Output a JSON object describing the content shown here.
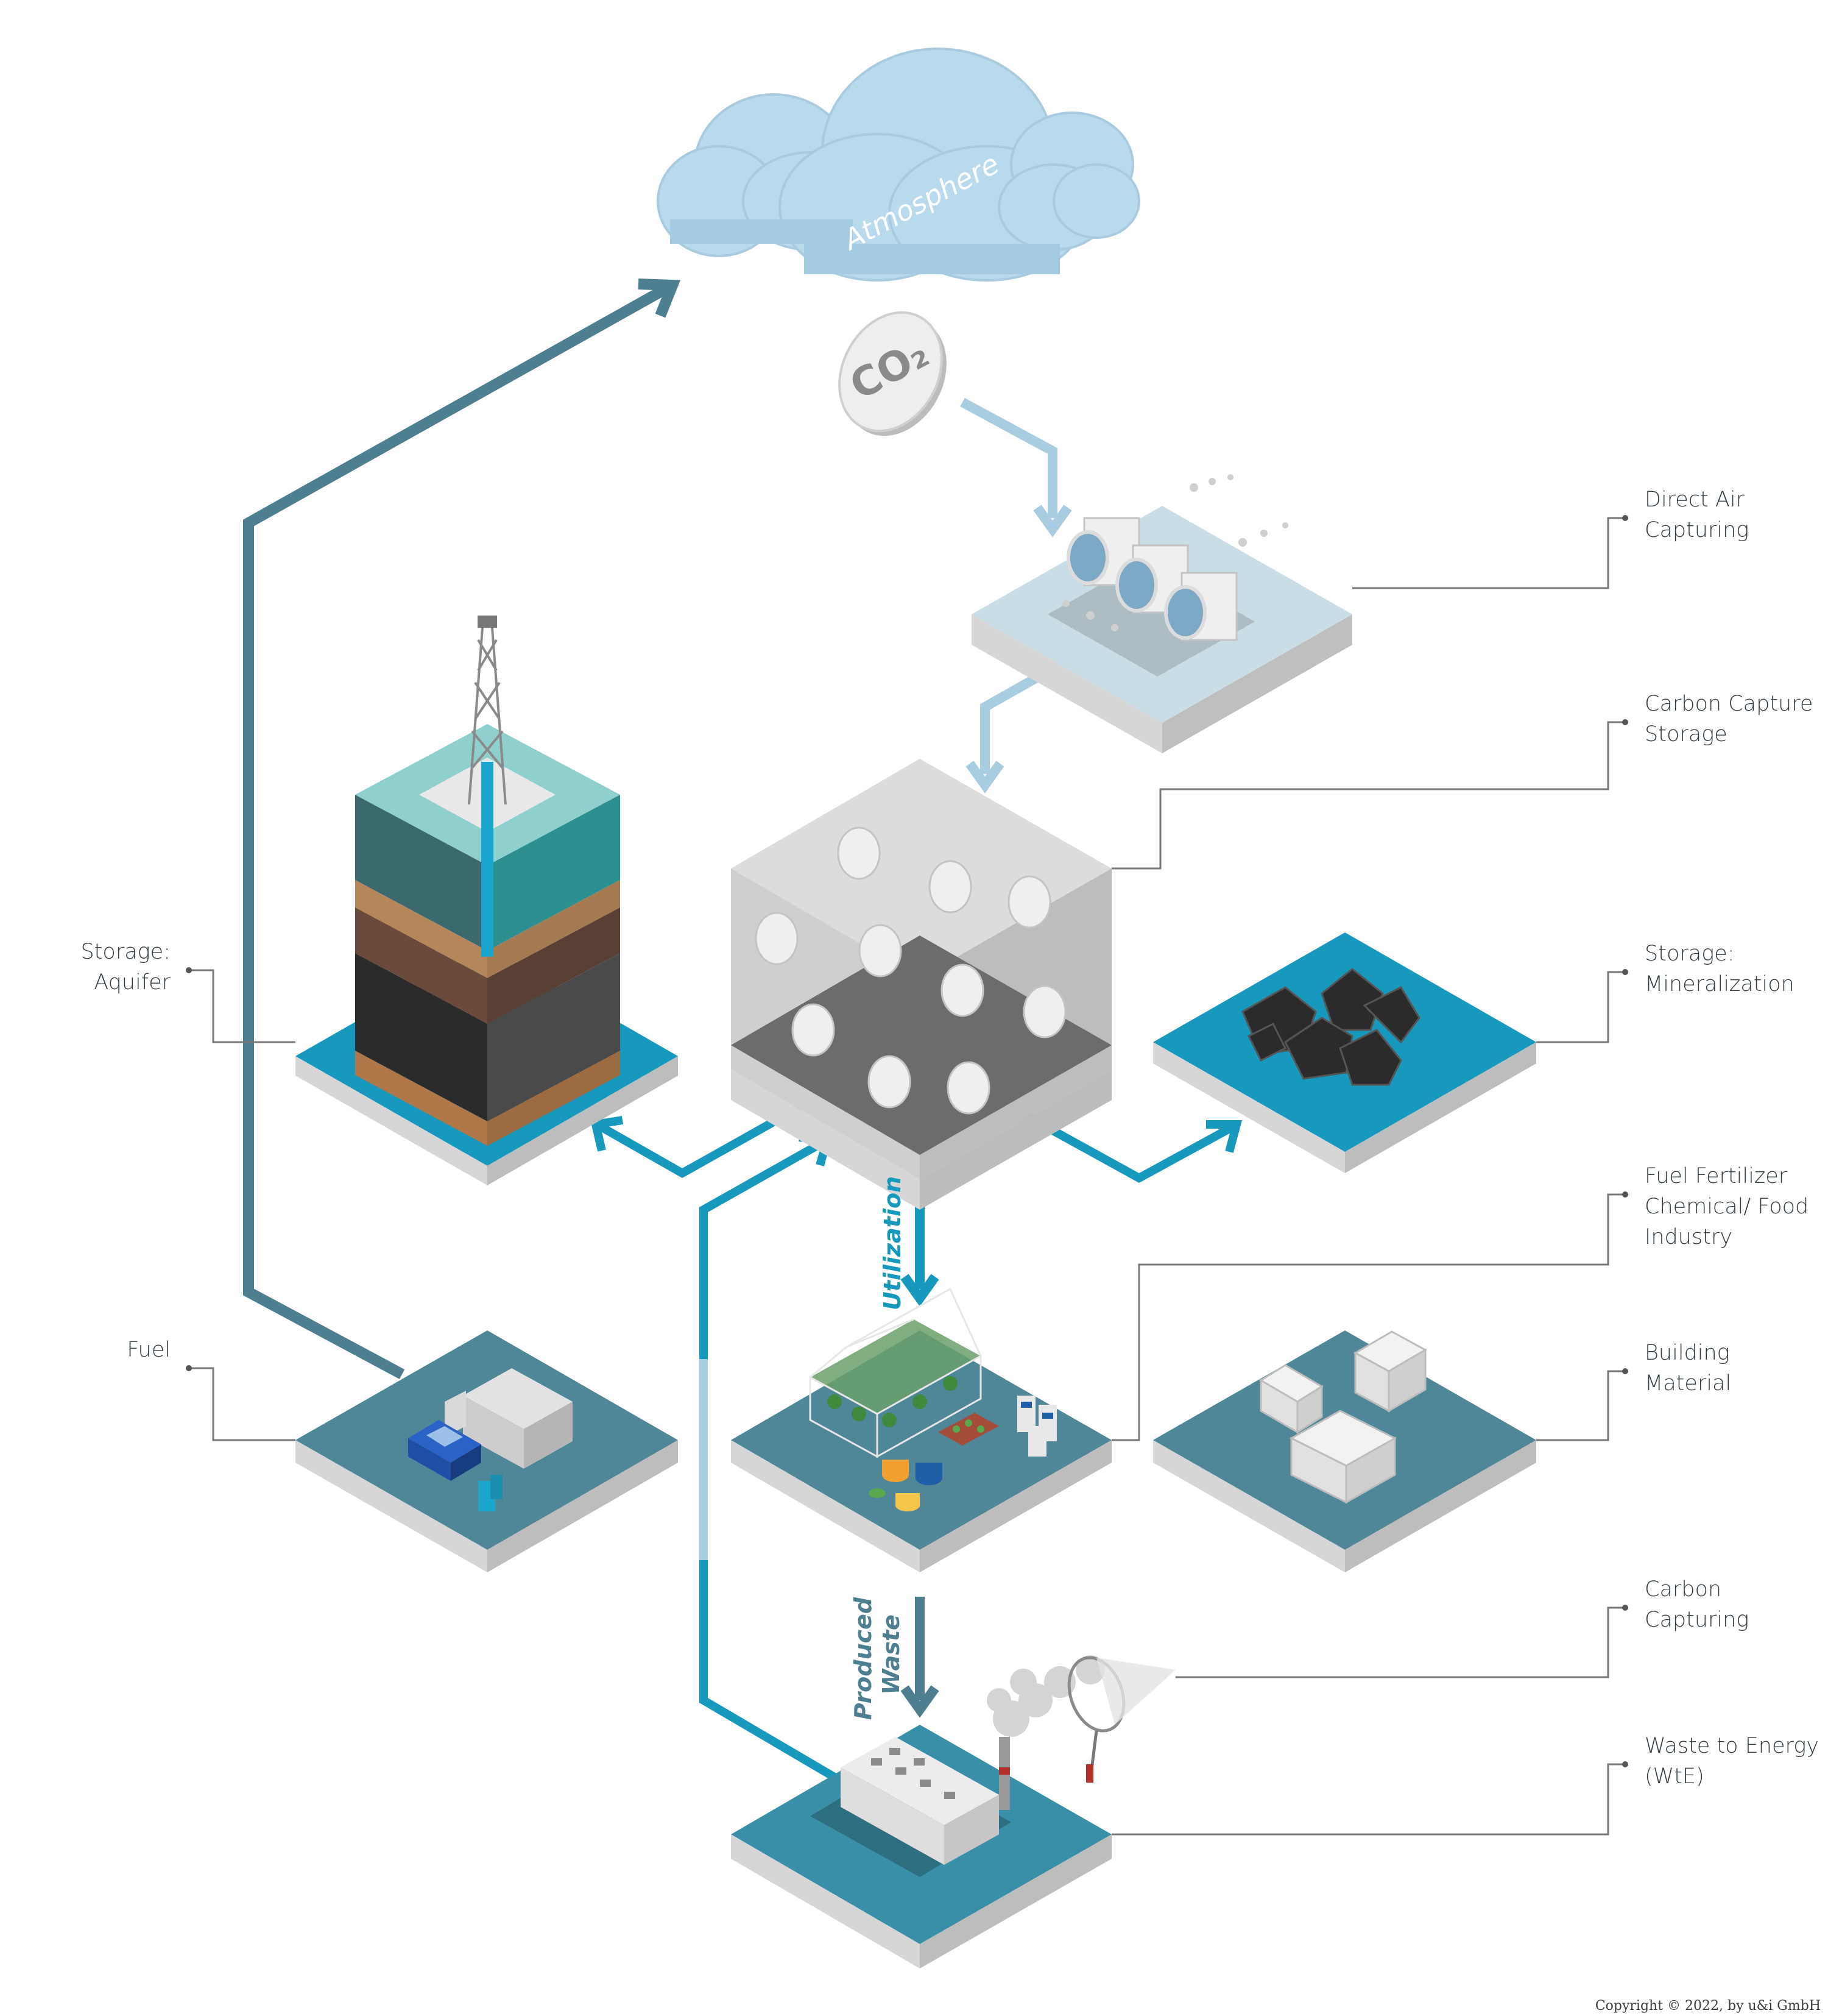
{
  "atmosphere": {
    "label": "Atmosphere"
  },
  "co2_badge": {
    "label": "CO₂"
  },
  "flow_labels": {
    "utilization": "Utilization",
    "produced_waste": "Produced\nWaste"
  },
  "labels": {
    "direct_air_capturing": "Direct Air\nCapturing",
    "carbon_capture_storage": "Carbon Capture\nStorage",
    "storage_mineralization": "Storage:\nMineralization",
    "fuel_fertilizer": "Fuel Fertilizer\nChemical/ Food\nIndustry",
    "building_material": "Building\nMaterial",
    "carbon_capturing": "Carbon\nCapturing",
    "waste_to_energy": "Waste to Energy\n(WtE)",
    "storage_aquifer": "Storage:\nAquifer",
    "fuel": "Fuel"
  },
  "copyright": "Copyright © 2022, by u&i GmbH",
  "colors": {
    "teal": "#1799bd",
    "dark_teal": "#4e7f91",
    "light_blue": "#a8cde0",
    "cloud": "#b9d9ec",
    "slate": "#4f8799",
    "gray": "#c8c8c8",
    "leader": "#777777"
  }
}
